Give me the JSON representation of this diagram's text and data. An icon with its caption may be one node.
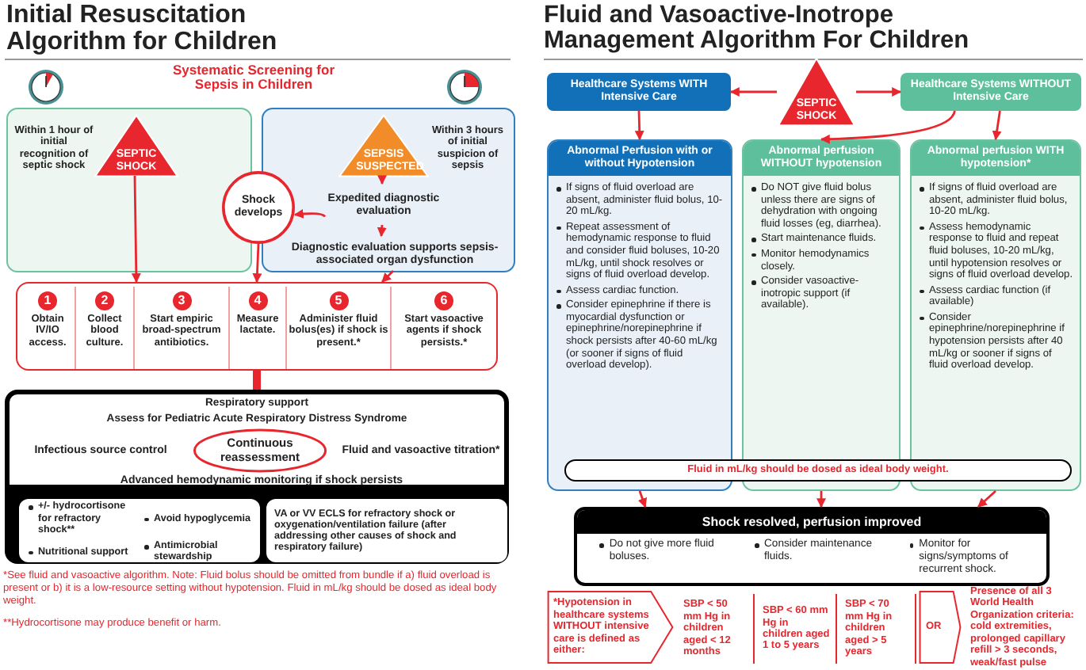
{
  "diagram": {
    "nodes": [
      {
        "text": [
          "Within 1 hour of initial recognition of septic shock"
        ]
      },
      {
        "text": [
          "SEPTIC SHOCK"
        ],
        "in": 0
      },
      {
        "text": [
          "Within 3 hours of initial suspicion of sepsis"
        ]
      },
      {
        "text": [
          "SEPSIS SUSPECTED"
        ],
        "in": 2
      },
      {
        "text": [
          "Expedited diagnostic evaluation"
        ],
        "in": 2
      },
      {
        "text": [
          "Diagnostic evaluation supports sepsis-associated organ dysfunction"
        ],
        "in": 2
      },
      {
        "text": [
          "Shock develops"
        ]
      },
      {
        "text": [],
        "shape": "box"
      },
      {
        "text": [
          "1",
          "Obtain IV/IO access."
        ],
        "in": 7
      },
      {
        "text": [
          "2",
          "Collect blood culture."
        ],
        "in": 7
      },
      {
        "text": [
          "3",
          "Start empiric broad-spectrum antibiotics."
        ],
        "in": 7
      },
      {
        "text": [
          "4",
          "Measure lactate."
        ],
        "in": 7
      },
      {
        "text": [
          "5",
          "Administer fluid bolus(es) if shock is present.*"
        ],
        "in": 7
      },
      {
        "text": [
          "6",
          "Start vasoactive agents if shock persists.*"
        ],
        "in": 7
      },
      {
        "text": [
          "Respiratory support",
          "Assess for Pediatric Acute Respiratory Distress Syndrome"
        ]
      },
      {
        "text": [
          "Infectious source control"
        ],
        "in": 14
      },
      {
        "text": [
          "Continuous reassessment"
        ],
        "in": 14
      },
      {
        "text": [
          "Fluid and vasoactive titration*"
        ],
        "in": 14
      },
      {
        "text": [
          "Advanced hemodynamic monitoring if shock persists"
        ],
        "in": 14
      },
      {
        "text": [
          "+/- hydrocortisone for refractory shock**",
          "Nutritional support",
          "Avoid hypoglycemia",
          "Antimicrobial stewardship"
        ],
        "in": 14
      },
      {
        "text": [
          "VA or VV ECLS for refractory shock or oxygenation/ventilation failure (after addressing other causes of shock and respiratory failure)"
        ],
        "in": 14
      },
      {
        "text": [
          "Healthcare Systems WITH Intensive Care"
        ]
      },
      {
        "text": [
          "SEPTIC SHOCK"
        ]
      },
      {
        "text": [
          "Healthcare Systems WITHOUT Intensive Care"
        ]
      },
      {
        "text": [
          "Abnormal Perfusion with or without Hypotension",
          "If signs of fluid overload are absent, administer fluid bolus, 10-20 mL/kg.",
          "Repeat assessment of hemodynamic response to fluid and consider fluid boluses, 10-20 mL/kg, until shock resolves or signs of fluid overload develop.",
          "Assess cardiac function.",
          "Consider epinephrine if there is myocardial dysfunction or epinephrine/norepinephrine if shock persists after 40-60 mL/kg (or sooner if signs of fluid overload develop)."
        ]
      },
      {
        "text": [
          "Abnormal perfusion WITHOUT hypotension",
          "Do NOT give fluid bolus unless there are signs of dehydration with ongoing fluid losses (eg, diarrhea).",
          "Start maintenance fluids.",
          "Monitor hemodynamics closely.",
          "Consider vasoactive-inotropic support (if available)."
        ]
      },
      {
        "text": [
          "Abnormal perfusion WITH hypotension*",
          "If signs of fluid overload are absent, administer fluid bolus, 10-20 mL/kg.",
          "Assess hemodynamic response to fluid and repeat fluid boluses, 10-20 mL/kg, until hypotension resolves or signs of fluid overload develop.",
          "Assess cardiac function (if available)",
          "Consider epinephrine/norepinephrine if hypotension persists after 40 mL/kg or sooner if signs of fluid overload develop."
        ]
      },
      {
        "text": [
          "Fluid in mL/kg should be dosed as ideal body weight."
        ]
      },
      {
        "text": [
          "Shock resolved, perfusion improved",
          "Do not give more fluid boluses.",
          "Consider maintenance fluids.",
          "Monitor for signs/symptoms of recurrent shock."
        ]
      },
      {
        "text": [
          "*Hypotension in healthcare systems WITHOUT intensive care is defined as either:"
        ]
      },
      {
        "text": [
          "SBP < 50 mm Hg in children aged < 12 months"
        ]
      },
      {
        "text": [
          "SBP < 60 mm Hg in children aged 1 to 5 years"
        ]
      },
      {
        "text": [
          "SBP < 70 mm Hg in children aged > 5 years"
        ]
      },
      {
        "text": [
          "OR"
        ]
      },
      {
        "text": [
          "Presence of all 3 World Health Organization criteria: cold extremities, prolonged capillary refill > 3 seconds, weak/fast pulse"
        ]
      }
    ],
    "edges": [
      {
        "from": 3,
        "to": 4,
        "arrow": "to"
      },
      {
        "from": 4,
        "to": 5,
        "arrow": "to"
      },
      {
        "from": 4,
        "to": 6,
        "arrow": "to"
      },
      {
        "from": 6,
        "to": 7,
        "arrow": "to"
      },
      {
        "from": 1,
        "to": 7,
        "arrow": "to"
      },
      {
        "from": 5,
        "to": 7,
        "arrow": "to"
      },
      {
        "from": 7,
        "to": 14,
        "arrow": "to",
        "style": "thick"
      },
      {
        "from": 22,
        "to": 21,
        "arrow": "to"
      },
      {
        "from": 22,
        "to": 23,
        "arrow": "to"
      },
      {
        "from": 21,
        "to": 24,
        "arrow": "to"
      },
      {
        "from": 23,
        "to": 25,
        "arrow": "to"
      },
      {
        "from": 23,
        "to": 26,
        "arrow": "to"
      },
      {
        "from": 24,
        "to": 28,
        "arrow": "to"
      },
      {
        "from": 25,
        "to": 28,
        "arrow": "to"
      },
      {
        "from": 26,
        "to": 28,
        "arrow": "to"
      }
    ],
    "labels": [
      "Initial Resuscitation Algorithm for Children",
      "Systematic Screening for Sepsis in Children",
      "*See fluid and vasoactive algorithm. Note: Fluid bolus should be omitted from bundle if a) fluid overload is present or b) it is a low-resource setting without hypotension. Fluid in mL/kg should be dosed as ideal body weight.",
      "**Hydrocortisone may produce benefit or harm.",
      "Fluid and Vasoactive-Inotrope Management Algorithm For Children"
    ]
  }
}
